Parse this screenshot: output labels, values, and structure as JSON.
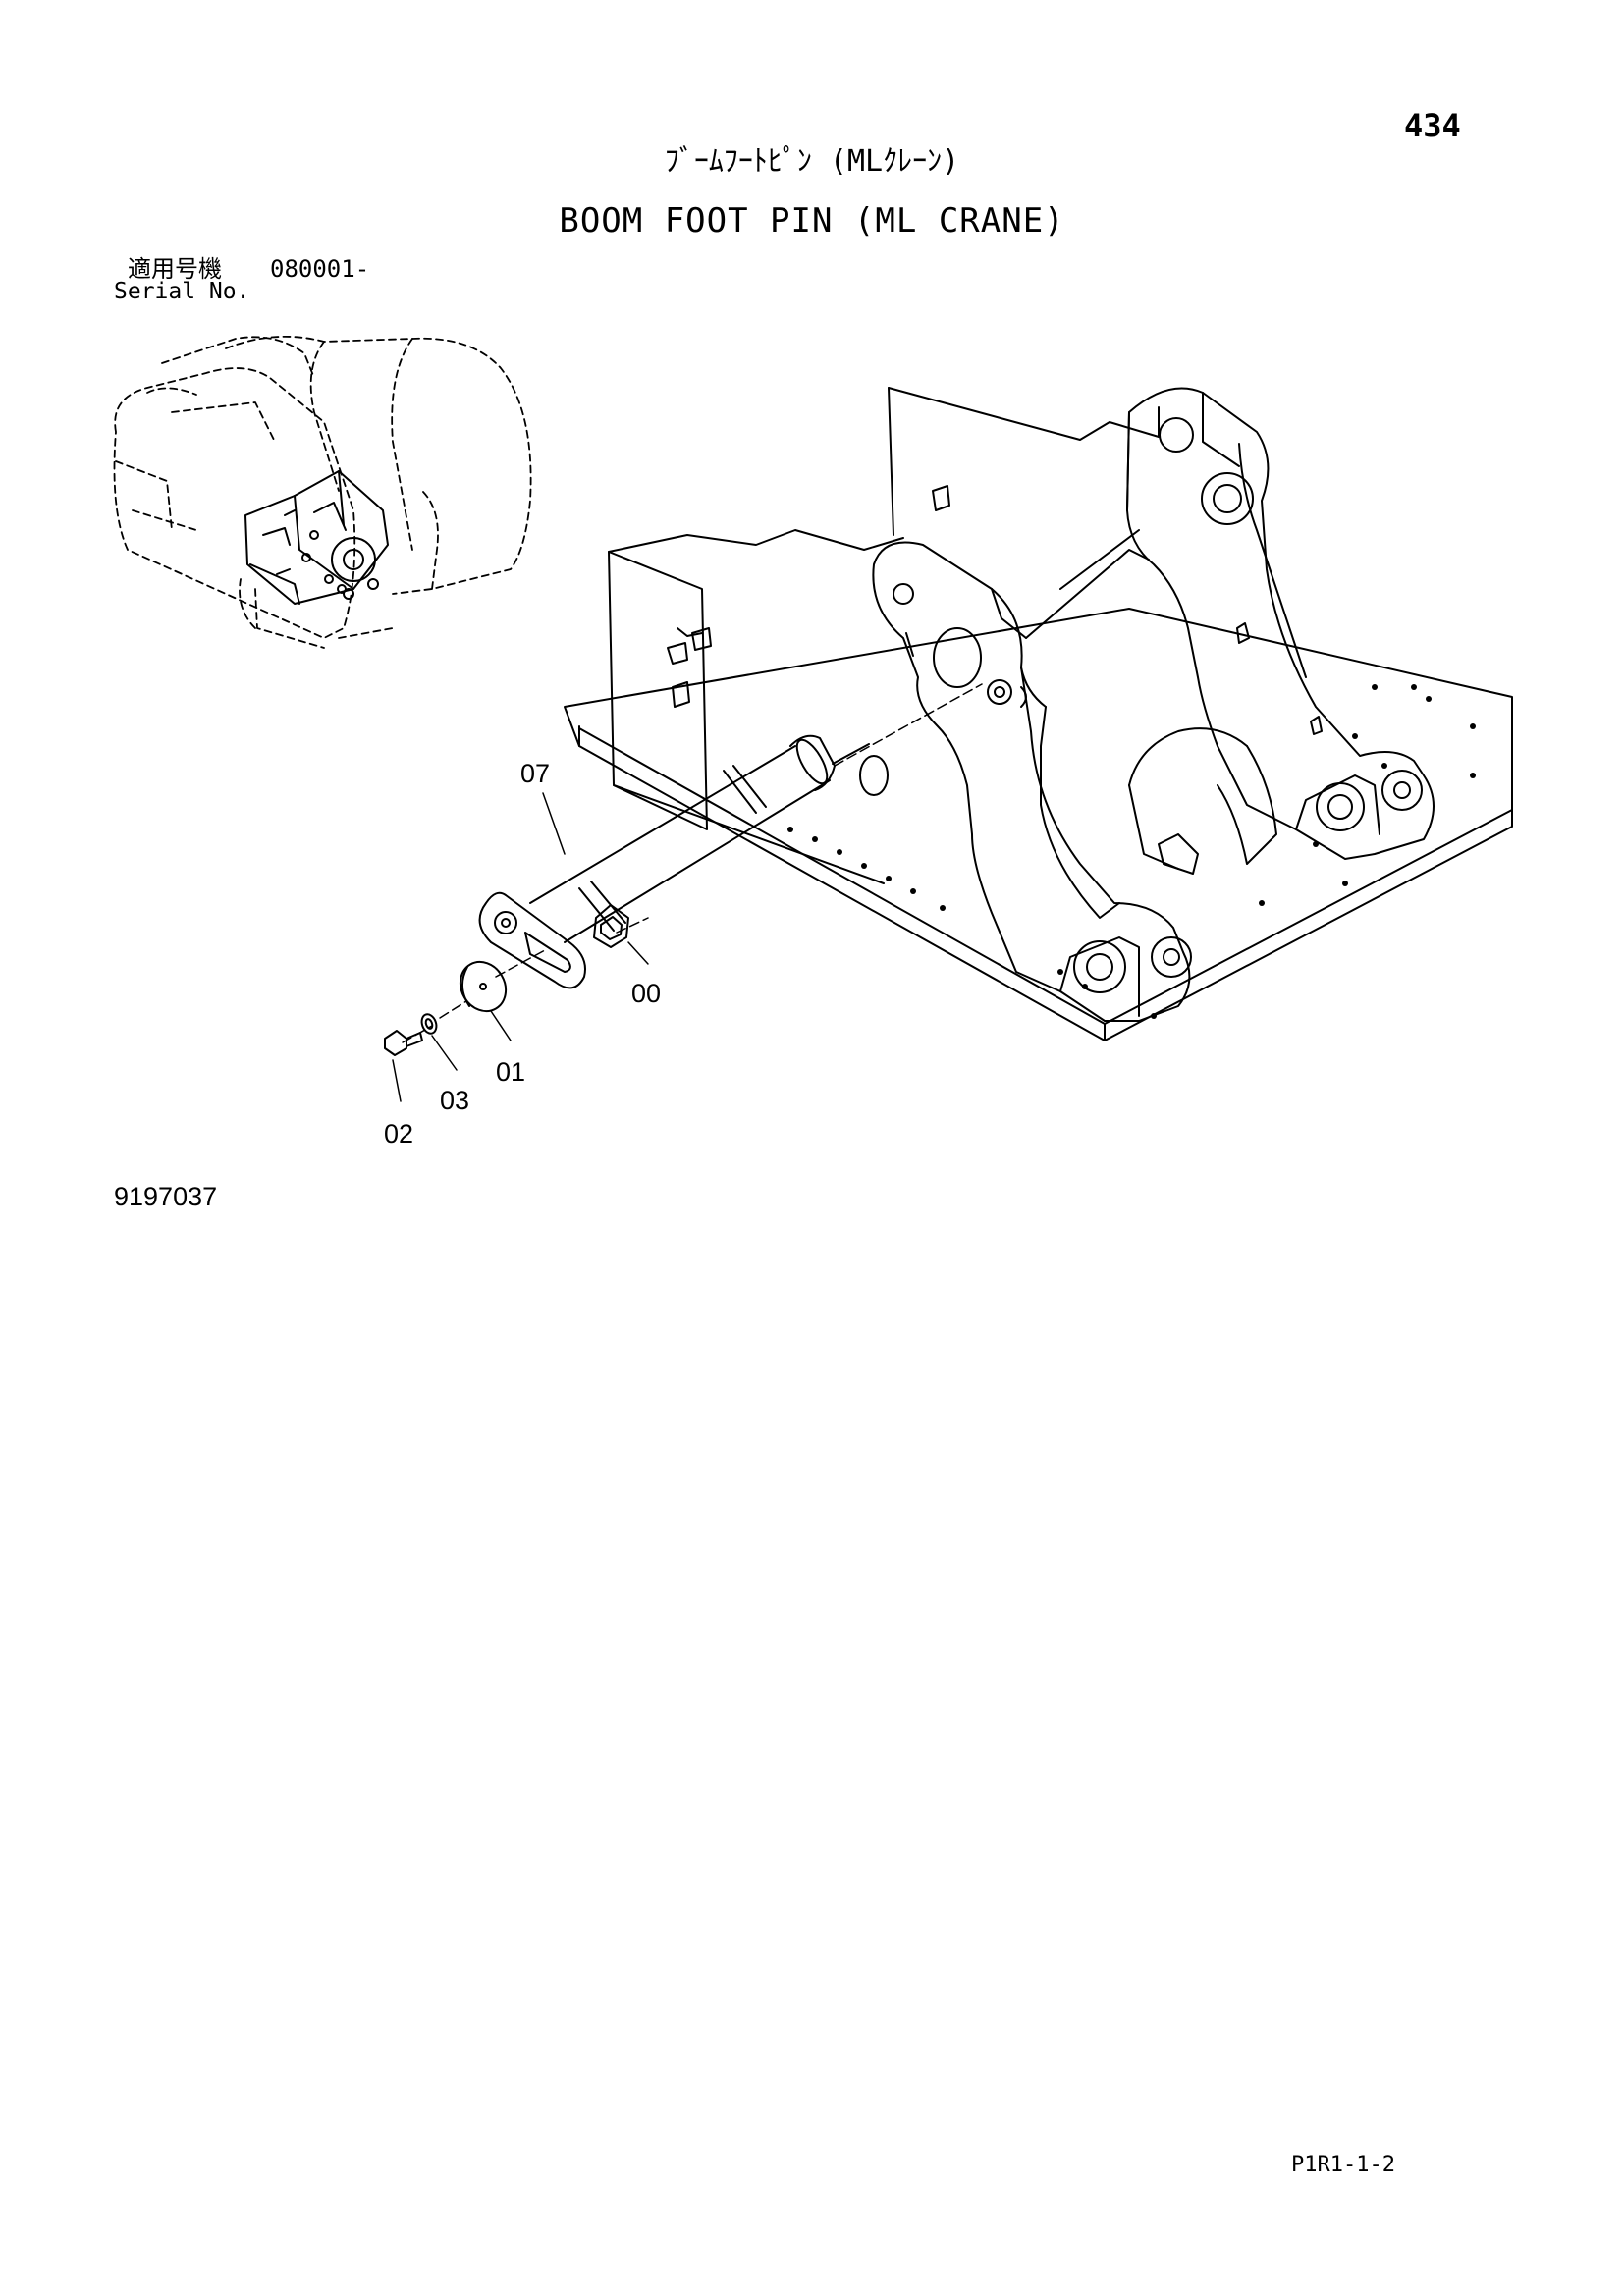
{
  "page": {
    "number": "434",
    "title_jp": "ﾌﾞｰﾑﾌｰﾄﾋﾟﾝ (MLｸﾚｰﾝ)",
    "title_en": "BOOM FOOT PIN (ML CRANE)",
    "serial_label_jp": "適用号機",
    "serial_value": "080001-",
    "serial_label_en": "Serial No.",
    "drawing_number": "9197037",
    "sheet_ref": "P1R1-1-2"
  },
  "callouts": [
    {
      "id": "07",
      "label": "07"
    },
    {
      "id": "00",
      "label": "00"
    },
    {
      "id": "01",
      "label": "01"
    },
    {
      "id": "03",
      "label": "03"
    },
    {
      "id": "02",
      "label": "02"
    }
  ]
}
